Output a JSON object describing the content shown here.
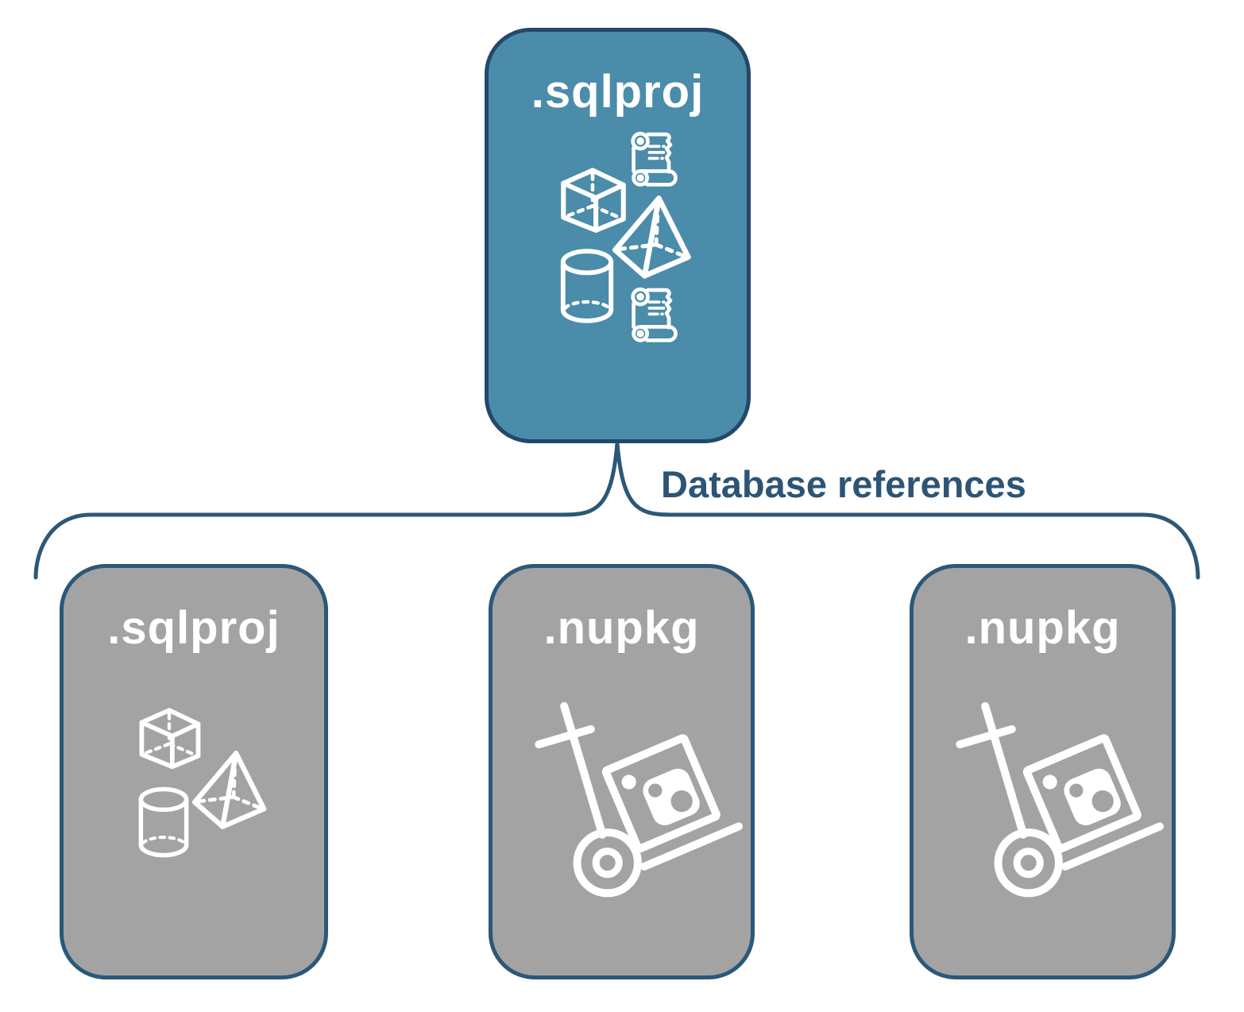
{
  "diagram": {
    "root_node": {
      "label": ".sqlproj",
      "fill_color": "#4a8caa",
      "border_color": "#24486a",
      "icons": [
        "script-scroll-icon",
        "cube-icon",
        "pyramid-icon",
        "database-cylinder-icon",
        "script-scroll-icon"
      ]
    },
    "connector": {
      "label": "Database references",
      "line_color": "#2b5878",
      "label_color": "#2d5474"
    },
    "child_nodes": [
      {
        "label": ".sqlproj",
        "fill_color": "#a3a3a3",
        "border_color": "#2b5878",
        "icons": [
          "cube-icon",
          "pyramid-icon",
          "database-cylinder-icon"
        ]
      },
      {
        "label": ".nupkg",
        "fill_color": "#a3a3a3",
        "border_color": "#2b5878",
        "icons": [
          "nuget-package-dolly-icon"
        ]
      },
      {
        "label": ".nupkg",
        "fill_color": "#a3a3a3",
        "border_color": "#2b5878",
        "icons": [
          "nuget-package-dolly-icon"
        ]
      }
    ]
  }
}
